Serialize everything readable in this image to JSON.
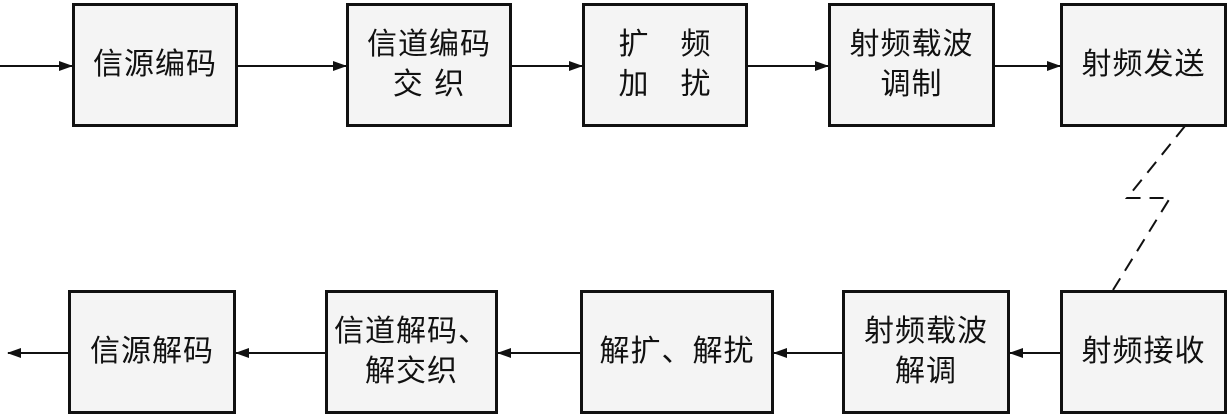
{
  "diagram": {
    "tx": {
      "source_coding": [
        "信源编码"
      ],
      "channel_coding": [
        "信道编码",
        "交 织"
      ],
      "spread": [
        "扩　频",
        "加　扰"
      ],
      "modulation": [
        "射频载波",
        "调制"
      ],
      "rf_send": [
        "射频发送"
      ]
    },
    "rx": {
      "rf_receive": [
        "射频接收"
      ],
      "demodulation": [
        "射频载波",
        "解调"
      ],
      "despread": [
        "解扩、解扰"
      ],
      "channel_decoding": [
        "信道解码、",
        "解交织"
      ],
      "source_decoding": [
        "信源解码"
      ]
    }
  }
}
